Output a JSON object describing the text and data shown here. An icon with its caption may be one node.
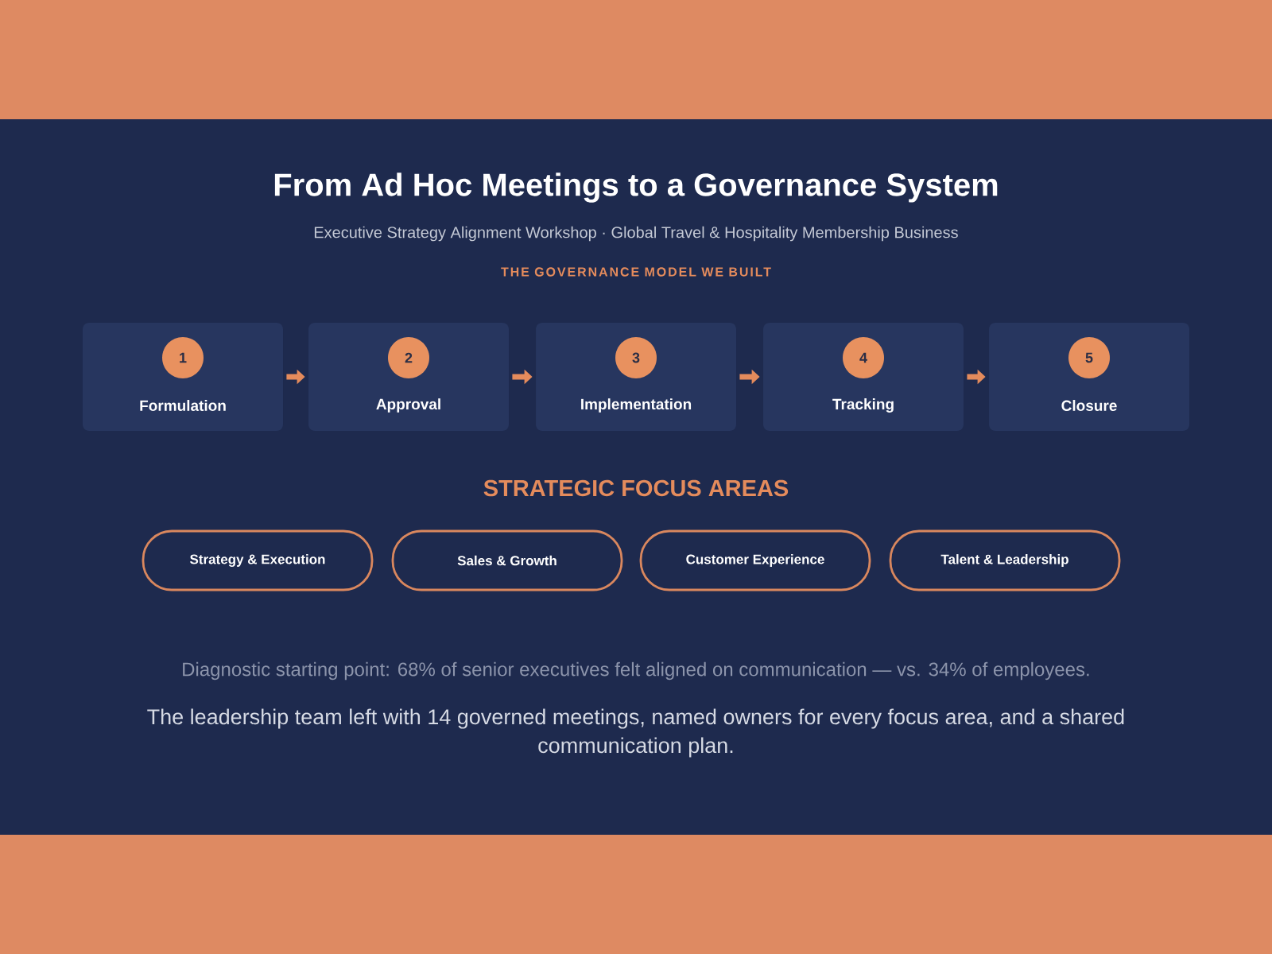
{
  "diagram": {
    "title": "From Ad Hoc Meetings to a Governance System",
    "nodes": [
      {
        "text": [
          "Formulation"
        ]
      },
      {
        "text": [
          "1"
        ],
        "in": 0
      },
      {
        "text": [
          "Approval"
        ]
      },
      {
        "text": [
          "2"
        ],
        "in": 2
      },
      {
        "text": [
          "Implementation"
        ]
      },
      {
        "text": [
          "3"
        ],
        "in": 4
      },
      {
        "text": [
          "Tracking"
        ]
      },
      {
        "text": [
          "4"
        ],
        "in": 6
      },
      {
        "text": [
          "Closure"
        ]
      },
      {
        "text": [
          "5"
        ],
        "in": 8
      },
      {
        "text": [
          "Strategy & Execution"
        ]
      },
      {
        "text": [
          "Sales & Growth"
        ]
      },
      {
        "text": [
          "Customer Experience"
        ]
      },
      {
        "text": [
          "Talent & Leadership"
        ]
      }
    ],
    "edges": [
      {
        "from": 0,
        "to": 2,
        "arrow": "to"
      },
      {
        "from": 2,
        "to": 4,
        "arrow": "to"
      },
      {
        "from": 4,
        "to": 6,
        "arrow": "to"
      },
      {
        "from": 6,
        "to": 8,
        "arrow": "to"
      }
    ],
    "labels": [
      "Executive Strategy Alignment Workshop · Global Travel & Hospitality Membership Business",
      "THE GOVERNANCE MODEL WE BUILT",
      "STRATEGIC FOCUS AREAS",
      "Diagnostic starting point: 68% of senior executives felt aligned on communication — vs. 34% of employees.",
      "The leadership team left with 14 governed meetings, named owners for every focus area, and a shared communication plan."
    ]
  }
}
